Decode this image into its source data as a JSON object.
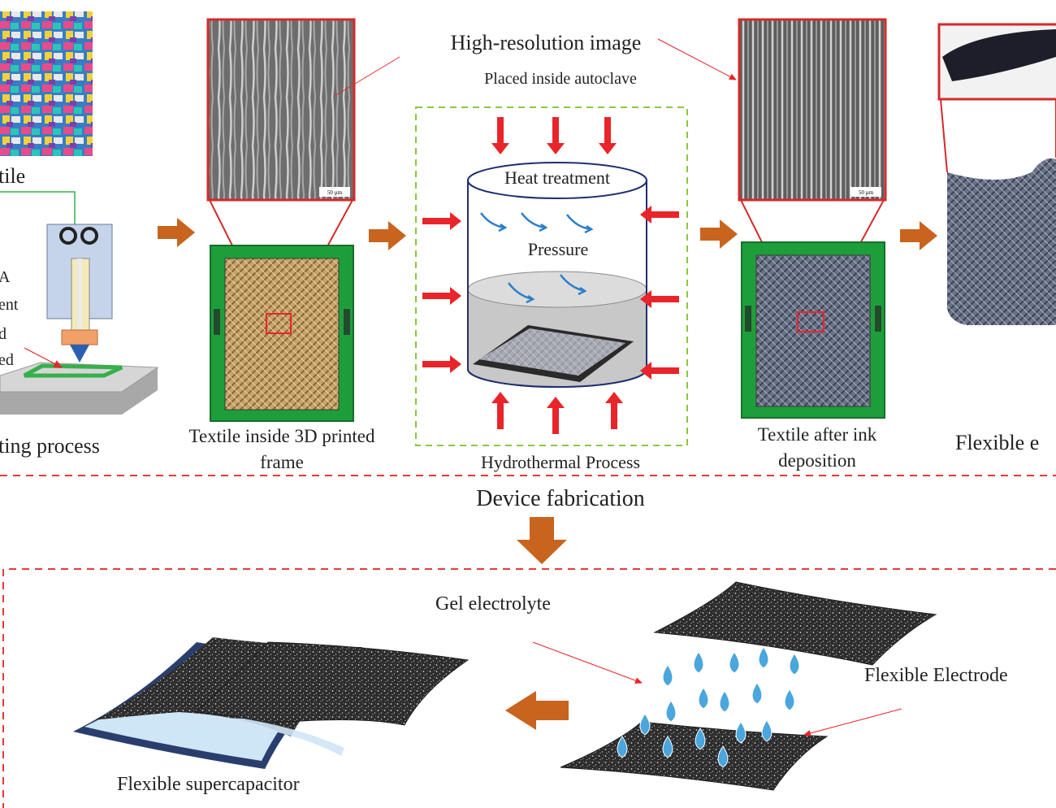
{
  "labels": {
    "recycled_textile": "tile",
    "pla_l1": "A",
    "pla_l2": "ent",
    "pla_l3": "d",
    "pla_l4": "ed",
    "printing_process": "ting process",
    "textile_frame_l1": "Textile inside 3D printed",
    "textile_frame_l2": "frame",
    "high_res_image": "High-resolution image",
    "autoclave": "Placed inside autoclave",
    "heat_treatment": "Heat treatment",
    "pressure": "Pressure",
    "hydrothermal": "Hydrothermal Process",
    "after_ink_l1": "Textile after ink",
    "after_ink_l2": "deposition",
    "flexible_electrode_top": "Flexible e",
    "device_fabrication": "Device fabrication",
    "gel_electrolyte": "Gel electrolyte",
    "flexible_electrode": "Flexible Electrode",
    "flexible_supercapacitor": "Flexible supercapacitor",
    "scale_bar_1": "50 µm",
    "scale_bar_2": "50 µm"
  },
  "colors": {
    "flow_arrow": "#c8641e",
    "pressure_arrow": "#e8252a",
    "dashed_red": "#e53a3a",
    "dashed_green": "#8cc63f",
    "frame_green": "#1e9e3a",
    "sem_border": "#d42a2a",
    "droplet": "#4aa6dc"
  }
}
